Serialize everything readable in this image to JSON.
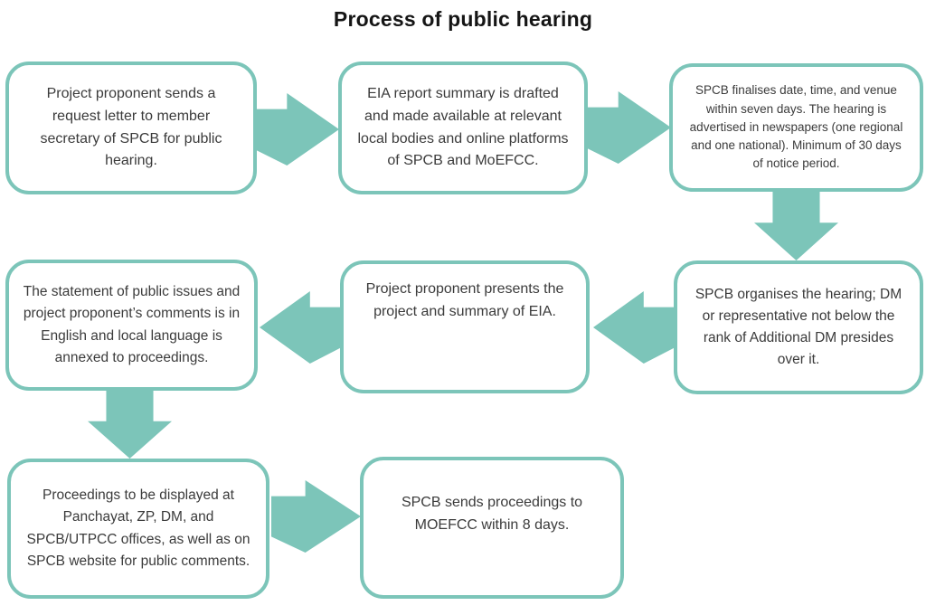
{
  "title": "Process of public hearing",
  "colors": {
    "accent": "#7cc5b9",
    "text": "#3b3b3b",
    "title": "#151515",
    "background": "#ffffff"
  },
  "steps": [
    {
      "id": 1,
      "text": "Project proponent sends a request letter to member secretary of SPCB for public hearing."
    },
    {
      "id": 2,
      "text": "EIA report summary is drafted and made available at relevant local bodies and online platforms of SPCB and MoEFCC."
    },
    {
      "id": 3,
      "text": "SPCB finalises date, time, and venue within seven days. The hearing is advertised in newspapers (one regional and one national). Minimum of 30 days of notice period."
    },
    {
      "id": 4,
      "text": "SPCB organises the hearing; DM or representative not below the rank of Additional DM presides over it."
    },
    {
      "id": 5,
      "text": "Project proponent presents the project and summary of EIA."
    },
    {
      "id": 6,
      "text": "The statement of public issues and project proponent’s comments is in English and local language is annexed to proceedings."
    },
    {
      "id": 7,
      "text": "Proceedings to be displayed at Panchayat, ZP, DM, and SPCB/UTPCC offices, as well as on SPCB website for public comments."
    },
    {
      "id": 8,
      "text": "SPCB sends proceedings to MOEFCC within 8 days."
    }
  ],
  "flow": [
    {
      "from": 1,
      "to": 2,
      "direction": "right"
    },
    {
      "from": 2,
      "to": 3,
      "direction": "right"
    },
    {
      "from": 3,
      "to": 4,
      "direction": "down"
    },
    {
      "from": 4,
      "to": 5,
      "direction": "left"
    },
    {
      "from": 5,
      "to": 6,
      "direction": "left"
    },
    {
      "from": 6,
      "to": 7,
      "direction": "down"
    },
    {
      "from": 7,
      "to": 8,
      "direction": "right"
    }
  ]
}
